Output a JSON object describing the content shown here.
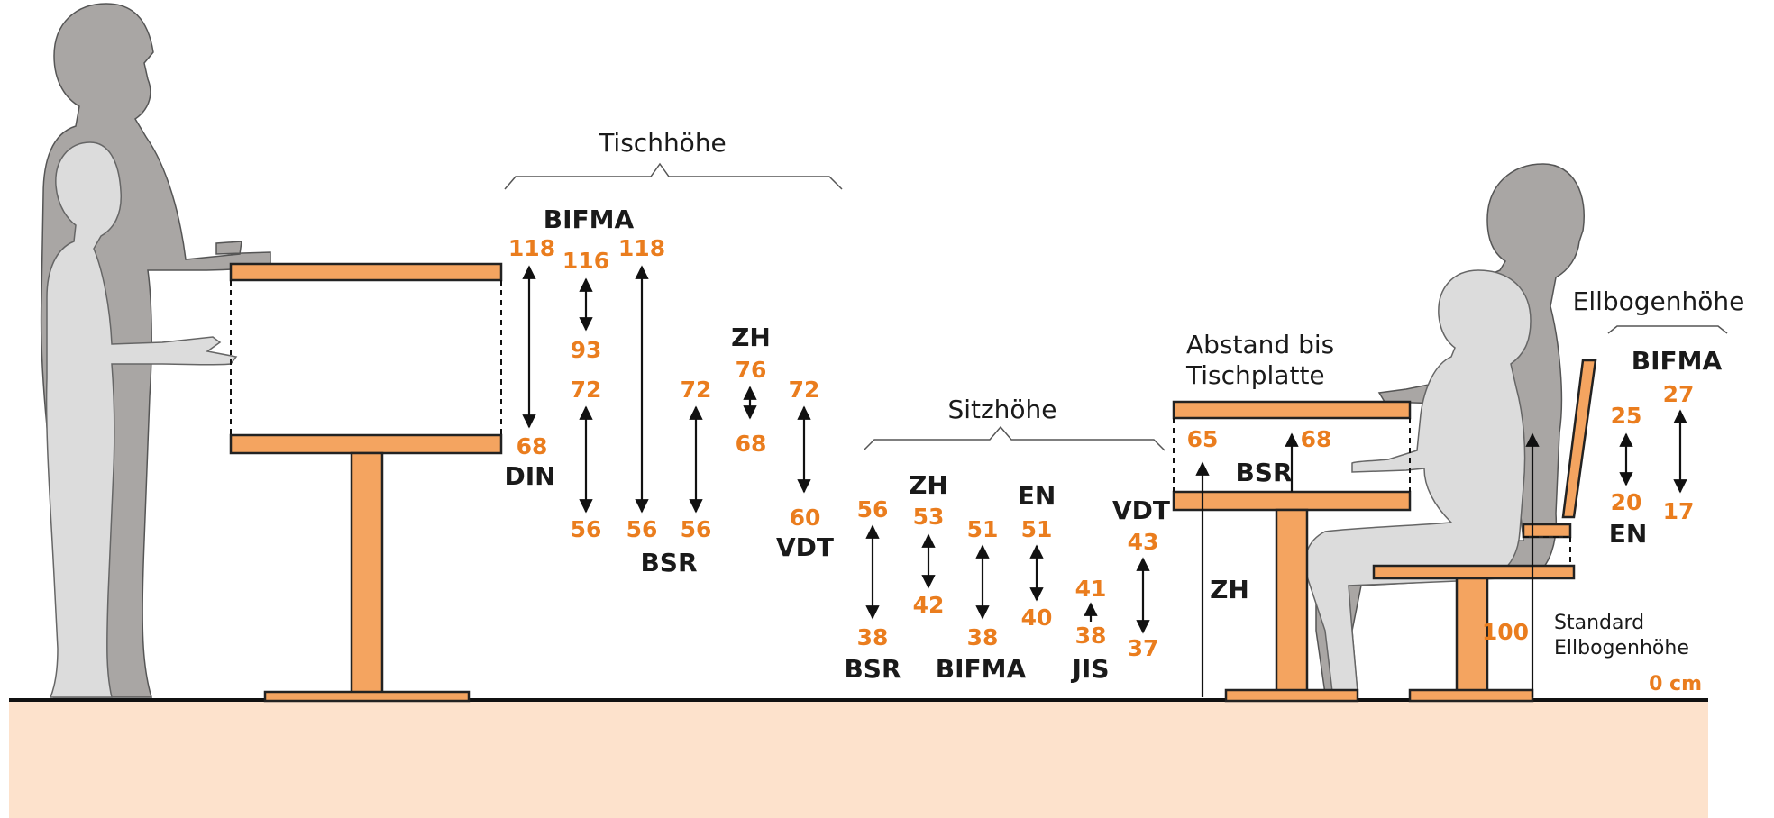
{
  "colors": {
    "orange": "#ea7d1e",
    "furniture": "#f4a460",
    "floor": "#fde2cc",
    "figure_light": "#dcdcdc",
    "figure_dark": "#a9a6a4"
  },
  "headings": {
    "tischhoehe": "Tischhöhe",
    "sitzhoehe": "Sitzhöhe",
    "ellbogenhoehe": "Ellbogenhöhe",
    "abstand_line1": "Abstand bis",
    "abstand_line2": "Tischplatte",
    "standard_line1": "Standard",
    "standard_line2": "Ellbogenhöhe",
    "zero": "0 cm"
  },
  "table_heights": {
    "din": {
      "label": "DIN",
      "top": "118",
      "bottom": "68"
    },
    "bifma": {
      "label": "BIFMA",
      "a_top": "116",
      "a_bottom": "93",
      "b_top": "72",
      "b_bottom": "56"
    },
    "bsr": {
      "label": "BSR",
      "a_top": "118",
      "a_bottom": "56",
      "b_top": "72",
      "b_bottom": "56"
    },
    "zh": {
      "label": "ZH",
      "top": "76",
      "bottom": "68"
    },
    "vdt": {
      "label": "VDT",
      "top": "72",
      "bottom": "60"
    }
  },
  "seat_heights": {
    "bsr": {
      "label": "BSR",
      "top": "56",
      "bottom": "38"
    },
    "zh": {
      "label": "ZH",
      "top": "53",
      "bottom": "42"
    },
    "bifma": {
      "label": "BIFMA",
      "top": "51",
      "bottom": "38"
    },
    "en": {
      "label": "EN",
      "top": "51",
      "bottom": "40"
    },
    "jis": {
      "label": "JIS",
      "top": "41",
      "bottom": "38"
    },
    "vdt": {
      "label": "VDT",
      "top": "43",
      "bottom": "37"
    }
  },
  "clearance": {
    "zh": {
      "label": "ZH",
      "value": "65"
    },
    "bsr": {
      "label": "BSR",
      "value": "68"
    }
  },
  "elbow_heights": {
    "en": {
      "label": "EN",
      "top": "25",
      "bottom": "20"
    },
    "bifma": {
      "label": "BIFMA",
      "top": "27",
      "bottom": "17"
    },
    "standard": "100"
  }
}
